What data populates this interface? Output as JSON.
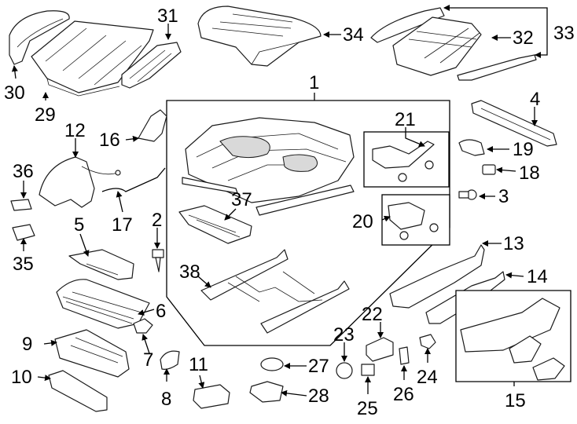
{
  "callouts": {
    "c1": "1",
    "c2": "2",
    "c3": "3",
    "c4": "4",
    "c5": "5",
    "c6": "6",
    "c7": "7",
    "c8": "8",
    "c9": "9",
    "c10": "10",
    "c11": "11",
    "c12": "12",
    "c13": "13",
    "c14": "14",
    "c15": "15",
    "c16": "16",
    "c17": "17",
    "c18": "18",
    "c19": "19",
    "c20": "20",
    "c21": "21",
    "c22": "22",
    "c23": "23",
    "c24": "24",
    "c25": "25",
    "c26": "26",
    "c27": "27",
    "c28": "28",
    "c29": "29",
    "c30": "30",
    "c31": "31",
    "c32": "32",
    "c33": "33",
    "c34": "34",
    "c35": "35",
    "c36": "36",
    "c37": "37",
    "c38": "38"
  }
}
